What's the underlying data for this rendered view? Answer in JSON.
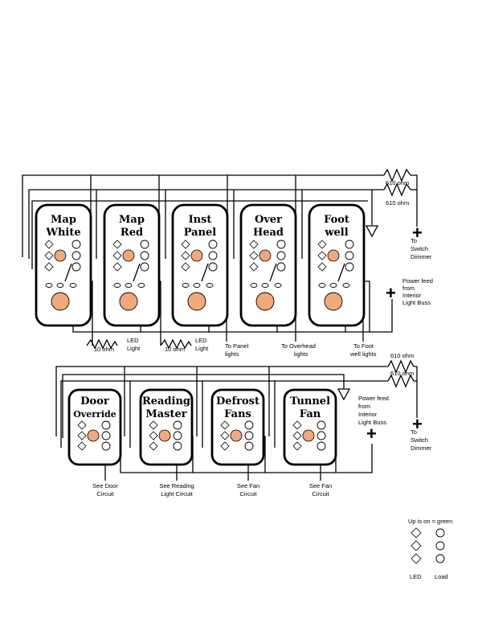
{
  "switches_top": [
    {
      "line1": "Map",
      "line2": "White"
    },
    {
      "line1": "Map",
      "line2": "Red"
    },
    {
      "line1": "Inst",
      "line2": "Panel"
    },
    {
      "line1": "Over",
      "line2": "Head"
    },
    {
      "line1": "Foot",
      "line2": "well"
    }
  ],
  "switches_bottom": [
    {
      "line1": "Door",
      "line2": "Override"
    },
    {
      "line1": "Reading",
      "line2": "Master"
    },
    {
      "line1": "Defrost",
      "line2": "Fans"
    },
    {
      "line1": "Tunnel",
      "line2": "Fan"
    }
  ],
  "resistors": {
    "top1": "610 ohm",
    "top2": "610 ohm",
    "bot1": "610 ohm",
    "bot2": "610 ohm",
    "small1": "10 ohm",
    "small2": "10 ohm"
  },
  "labels": {
    "to_switch_dimmer_top": [
      "To",
      "Switch",
      "Dimmer"
    ],
    "power_feed_top": [
      "Power feed",
      "from",
      "Interior",
      "Light Buss"
    ],
    "led_light_1": [
      "LED",
      "Light"
    ],
    "led_light_2": [
      "LED",
      "Light"
    ],
    "to_panel": [
      "To Panel",
      "lights"
    ],
    "to_overhead": [
      "To Overhead",
      "lights"
    ],
    "to_footwell": [
      "To Foot",
      "well lights"
    ],
    "power_feed_bottom": [
      "Power feed",
      "from",
      "Interior",
      "Light Buss"
    ],
    "to_switch_dimmer_bottom": [
      "To",
      "Switch",
      "Dimmer"
    ],
    "see_door": [
      "See Door",
      "Circuit"
    ],
    "see_reading": [
      "See Reading",
      "Light Circuit"
    ],
    "see_fan_1": [
      "See Fan",
      "Circuit"
    ],
    "see_fan_2": [
      "See Fan",
      "Circuit"
    ]
  },
  "legend": {
    "title": "Up is on = green",
    "led_label": "LED",
    "load_label": "Load"
  },
  "symbols": {
    "plus": "+"
  }
}
